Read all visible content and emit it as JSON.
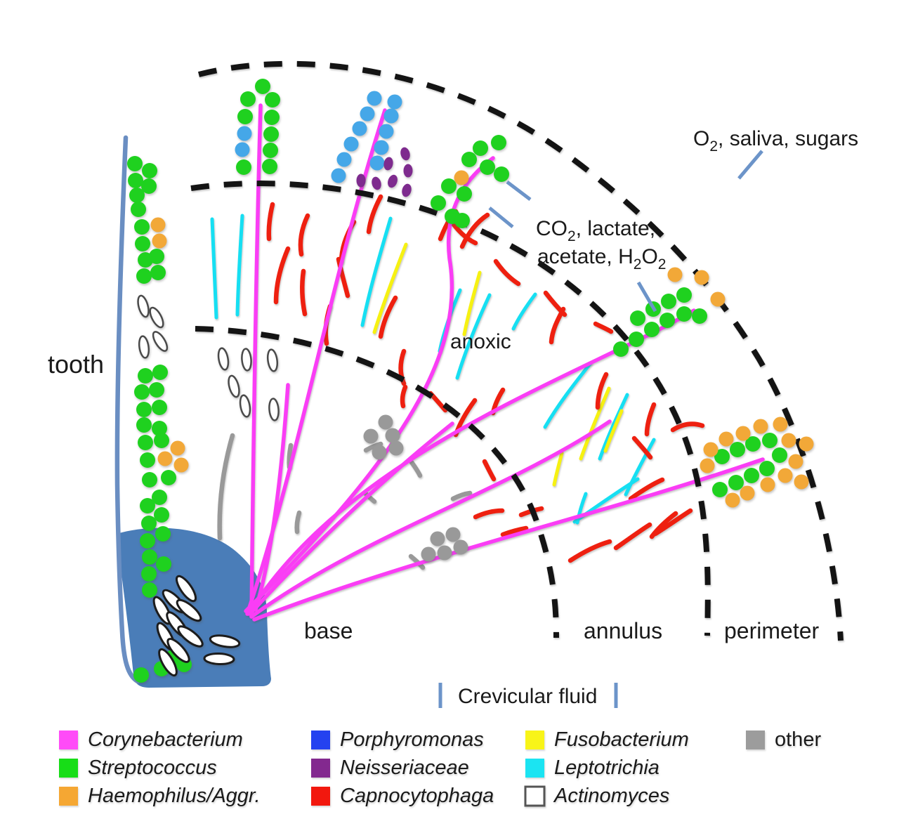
{
  "diagram_labels": {
    "tooth": "tooth",
    "anoxic": "anoxic",
    "base": "base",
    "annulus": "annulus",
    "perimeter": "perimeter",
    "crevicular_fluid": "Crevicular fluid"
  },
  "chem_labels": {
    "o2": {
      "pre": "O",
      "sub": "2",
      "post": ", saliva, sugars"
    },
    "co2_line1": {
      "pre": "CO",
      "sub": "2",
      "post": ", lactate,"
    },
    "co2_line2": {
      "pre": "acetate, H",
      "sub": "2",
      "mid": "O",
      "sub2": "2"
    }
  },
  "legend": {
    "items": [
      {
        "label": "Corynebacterium",
        "color": "#FF4BF8",
        "style": "italic"
      },
      {
        "label": "Streptococcus",
        "color": "#17DD17",
        "style": "italic"
      },
      {
        "label": "Haemophilus/Aggr.",
        "color": "#F5A733",
        "style": "italic"
      },
      {
        "label": "Porphyromonas",
        "color": "#2442F0",
        "style": "italic"
      },
      {
        "label": "Neisseriaceae",
        "color": "#83298F",
        "style": "italic"
      },
      {
        "label": "Capnocytophaga",
        "color": "#F2180E",
        "style": "italic"
      },
      {
        "label": "Fusobacterium",
        "color": "#F8F418",
        "style": "italic"
      },
      {
        "label": "Leptotrichia",
        "color": "#1BE4F2",
        "style": "italic"
      },
      {
        "label": "Actinomyces",
        "color": "#FFFFFF",
        "style": "italic"
      },
      {
        "label": "other",
        "color": "#9C9C9C",
        "style": "normal"
      }
    ]
  },
  "colors": {
    "corynebacterium": "#FA3DF5",
    "streptococcus": "#1FD11F",
    "haemophilus": "#F2A838",
    "porphyromonas_cell": "#45A7E8",
    "neisseriaceae": "#7E2B8E",
    "capnocytophaga": "#EE2010",
    "fusobacterium": "#F6F112",
    "leptotrichia": "#16DFF2",
    "other": "#999999",
    "actinomyces_stroke": "#4a4a4a",
    "tooth": "#6A8EC2",
    "base": "#4A7DB8",
    "arrow": "#6C94C9",
    "dash": "#141414",
    "text": "#1a1a1a"
  }
}
